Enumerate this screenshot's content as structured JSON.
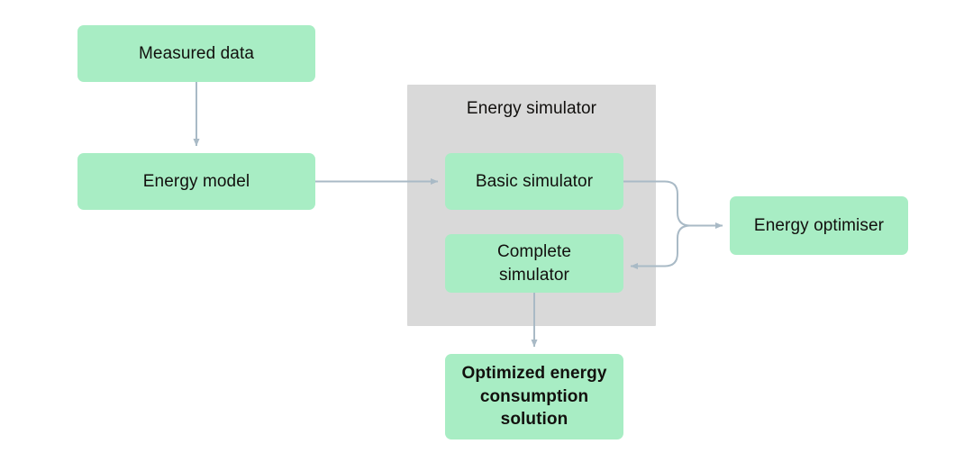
{
  "diagram": {
    "title_visible": false,
    "colors": {
      "node_fill": "#a8edc4",
      "group_fill": "#d9d9d9",
      "connector": "#a9bac6",
      "text": "#12100e",
      "background": "#ffffff"
    },
    "nodes": {
      "measured_data": {
        "label": "Measured data"
      },
      "energy_model": {
        "label": "Energy model"
      },
      "basic_simulator": {
        "label": "Basic simulator"
      },
      "complete_simulator": {
        "label": "Complete\nsimulator"
      },
      "complete_simulator_line1": "Complete",
      "complete_simulator_line2": "simulator",
      "energy_optimiser": {
        "label": "Energy optimiser"
      },
      "optimized_solution_line1": "Optimized energy",
      "optimized_solution_line2": "consumption",
      "optimized_solution_line3": "solution"
    },
    "groups": {
      "energy_simulator": {
        "label": "Energy simulator"
      }
    },
    "edges": [
      {
        "from": "measured_data",
        "to": "energy_model",
        "label": ""
      },
      {
        "from": "energy_model",
        "to": "basic_simulator",
        "label": ""
      },
      {
        "from": "basic_simulator",
        "to": "energy_optimiser",
        "label": ""
      },
      {
        "from": "energy_optimiser",
        "to": "complete_simulator",
        "label": ""
      },
      {
        "from": "complete_simulator",
        "to": "optimized_solution",
        "label": ""
      }
    ]
  }
}
